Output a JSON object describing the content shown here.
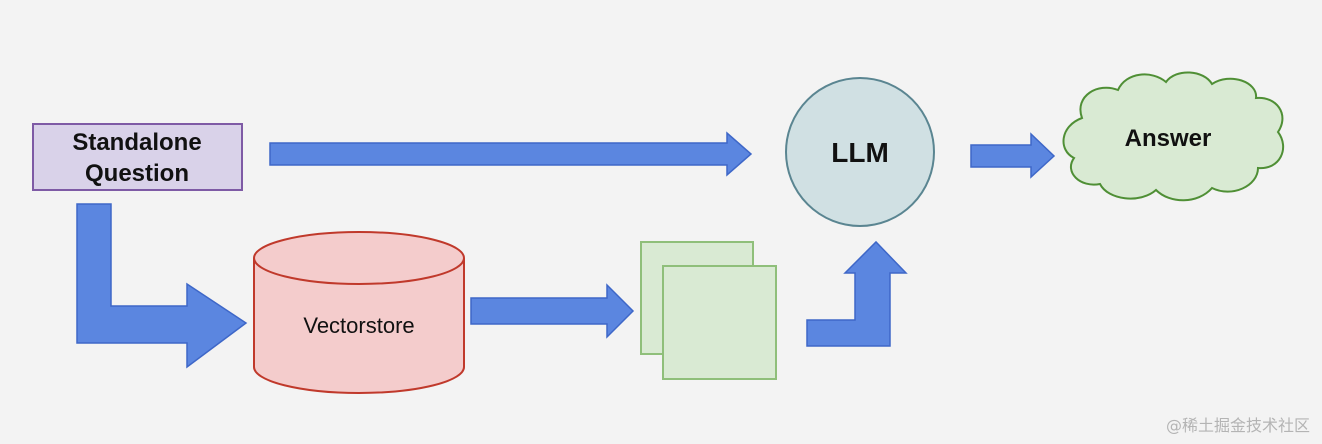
{
  "nodes": {
    "question": {
      "line1": "Standalone",
      "line2": "Question"
    },
    "vectorstore": {
      "label": "Vectorstore"
    },
    "llm": {
      "label": "LLM"
    },
    "answer": {
      "label": "Answer"
    }
  },
  "watermark": "@稀土掘金技术社区",
  "colors": {
    "background": "#f3f3f3",
    "arrow_fill": "#5b86e0",
    "arrow_stroke": "#3e67c8",
    "question_fill": "#d9d2e9",
    "question_stroke": "#7e5aa5",
    "vectorstore_fill": "#f4cccc",
    "vectorstore_stroke": "#c0392b",
    "llm_fill": "#d0e0e3",
    "llm_stroke": "#5a8591",
    "documents_fill": "#d9ead3",
    "documents_stroke": "#8fbf7a",
    "answer_fill": "#d9ead3",
    "answer_stroke": "#4f8f35"
  },
  "icons": [
    "flow-arrow",
    "cylinder",
    "cloud",
    "stacked-documents"
  ]
}
